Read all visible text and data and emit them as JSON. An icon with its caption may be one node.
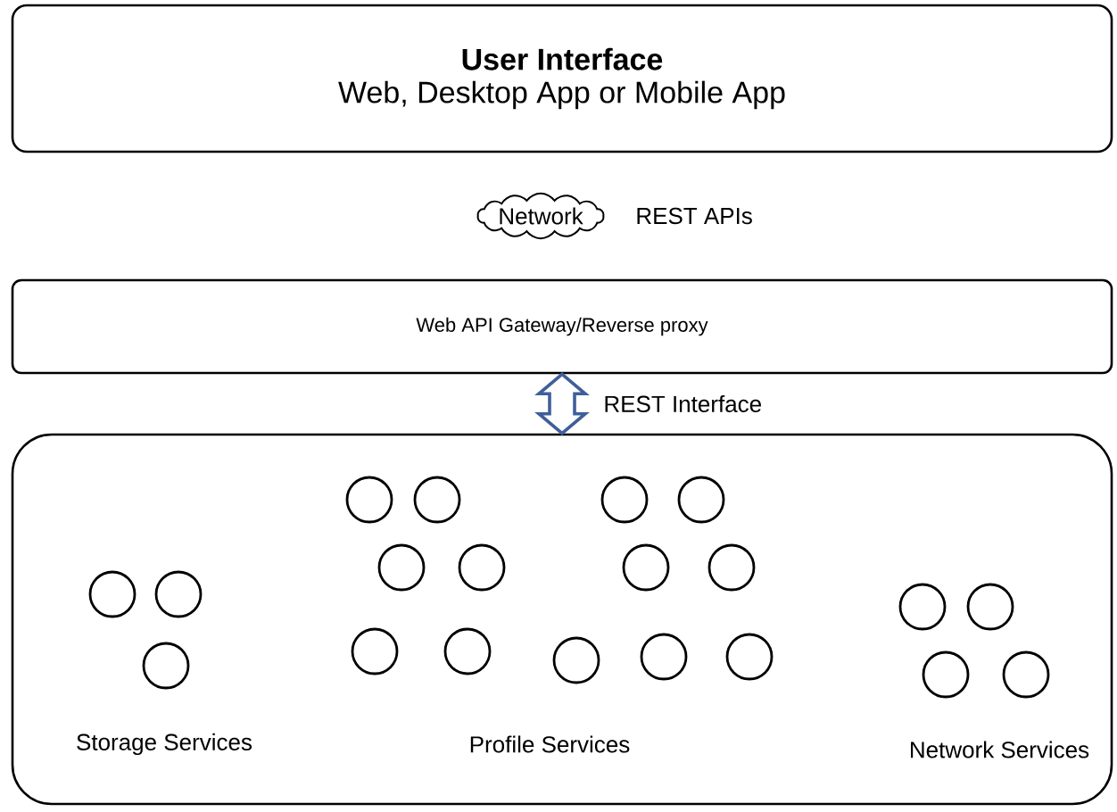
{
  "diagram": {
    "nodes": [
      {
        "text": [
          "User Interface",
          "Web, Desktop App or Mobile App"
        ]
      },
      {
        "text": [
          "Network"
        ],
        "beside": [
          "REST APIs"
        ]
      },
      {
        "text": [
          "Web API Gateway/Reverse proxy"
        ]
      },
      {
        "text": [
          "Storage Services",
          "Profile Services",
          "Network Services"
        ]
      }
    ],
    "edges": [
      {
        "from": 2,
        "to": 3,
        "arrow": "both",
        "label": "REST Interface",
        "color": "#3f5f9a"
      }
    ]
  }
}
